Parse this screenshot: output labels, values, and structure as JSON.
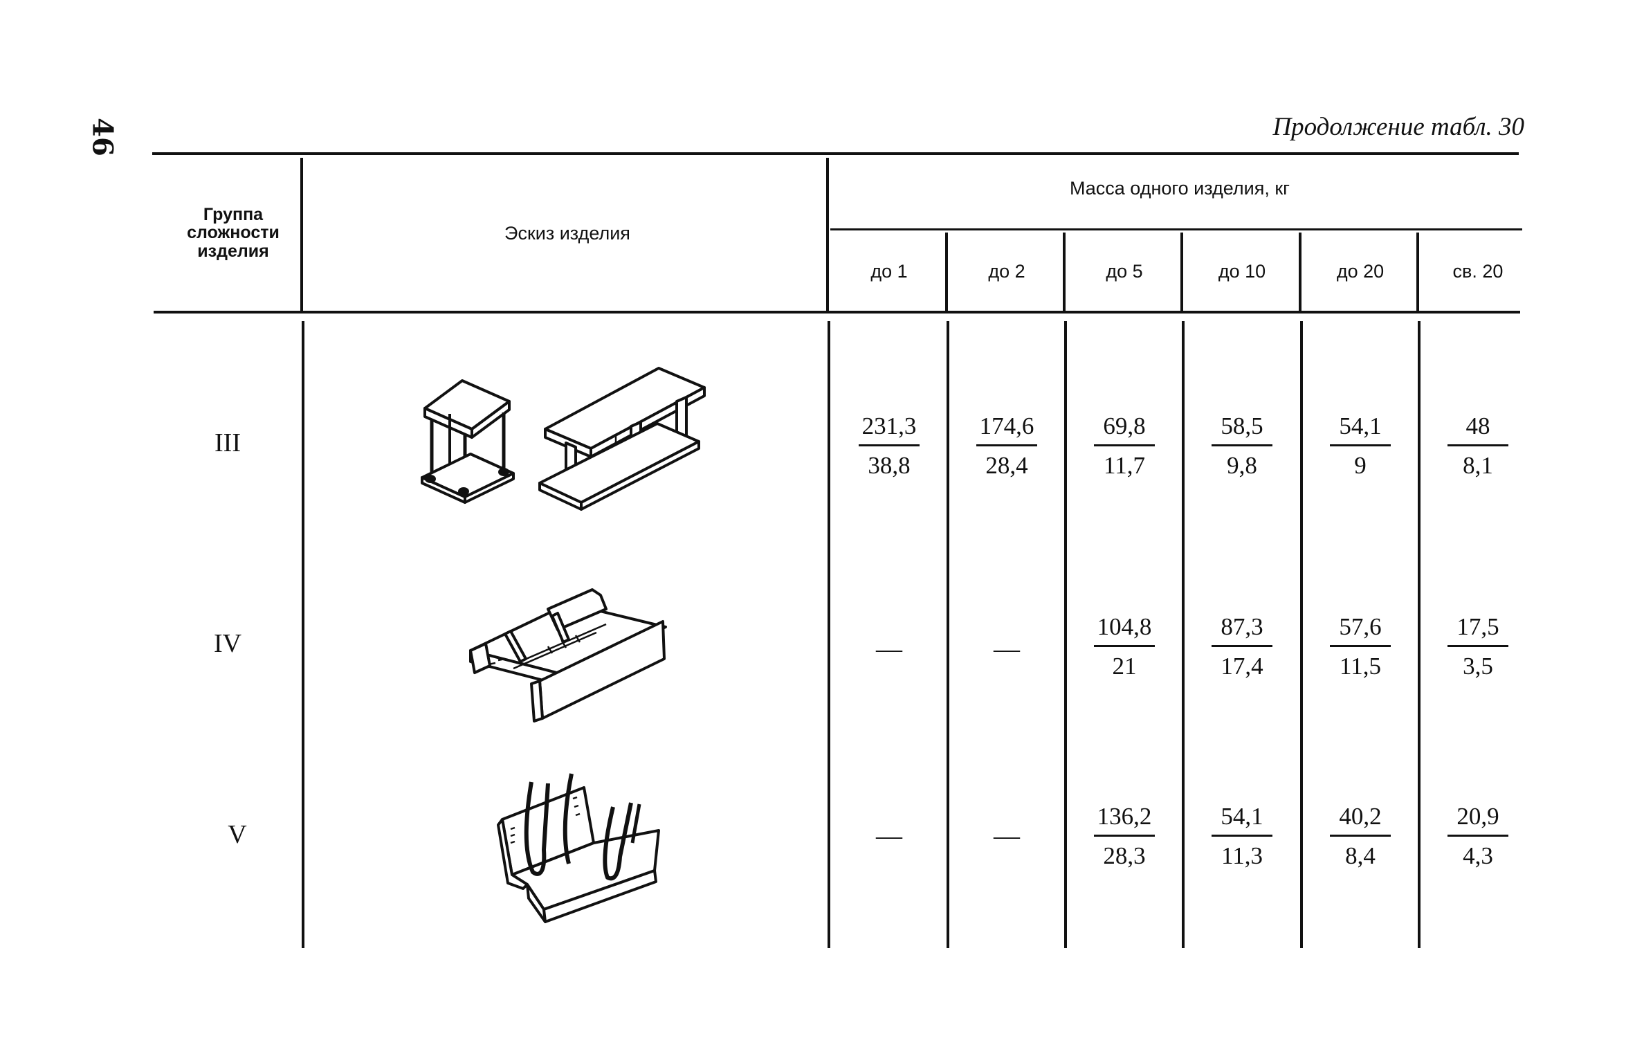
{
  "page_number": "46",
  "continuation_title": "Продолжение табл. 30",
  "header": {
    "group_label": "Группа сложности изделия",
    "sketch_label": "Эскиз изделия",
    "mass_label": "Масса одного изделия, кг",
    "columns": [
      "до 1",
      "до 2",
      "до 5",
      "до 10",
      "до 20",
      "св. 20"
    ]
  },
  "rows": [
    {
      "group": "III",
      "sketch_icon": "frame-assembly-sketch",
      "values": [
        {
          "num": "231,3",
          "den": "38,8"
        },
        {
          "num": "174,6",
          "den": "28,4"
        },
        {
          "num": "69,8",
          "den": "11,7"
        },
        {
          "num": "58,5",
          "den": "9,8"
        },
        {
          "num": "54,1",
          "den": "9"
        },
        {
          "num": "48",
          "den": "8,1"
        }
      ]
    },
    {
      "group": "IV",
      "sketch_icon": "channel-assembly-sketch",
      "values": [
        {
          "dash": "—"
        },
        {
          "dash": "—"
        },
        {
          "num": "104,8",
          "den": "21"
        },
        {
          "num": "87,3",
          "den": "17,4"
        },
        {
          "num": "57,6",
          "den": "11,5"
        },
        {
          "num": "17,5",
          "den": "3,5"
        }
      ]
    },
    {
      "group": "V",
      "sketch_icon": "trough-with-rods-sketch",
      "values": [
        {
          "dash": "—"
        },
        {
          "dash": "—"
        },
        {
          "num": "136,2",
          "den": "28,3"
        },
        {
          "num": "54,1",
          "den": "11,3"
        },
        {
          "num": "40,2",
          "den": "8,4"
        },
        {
          "num": "20,9",
          "den": "4,3"
        }
      ]
    }
  ]
}
